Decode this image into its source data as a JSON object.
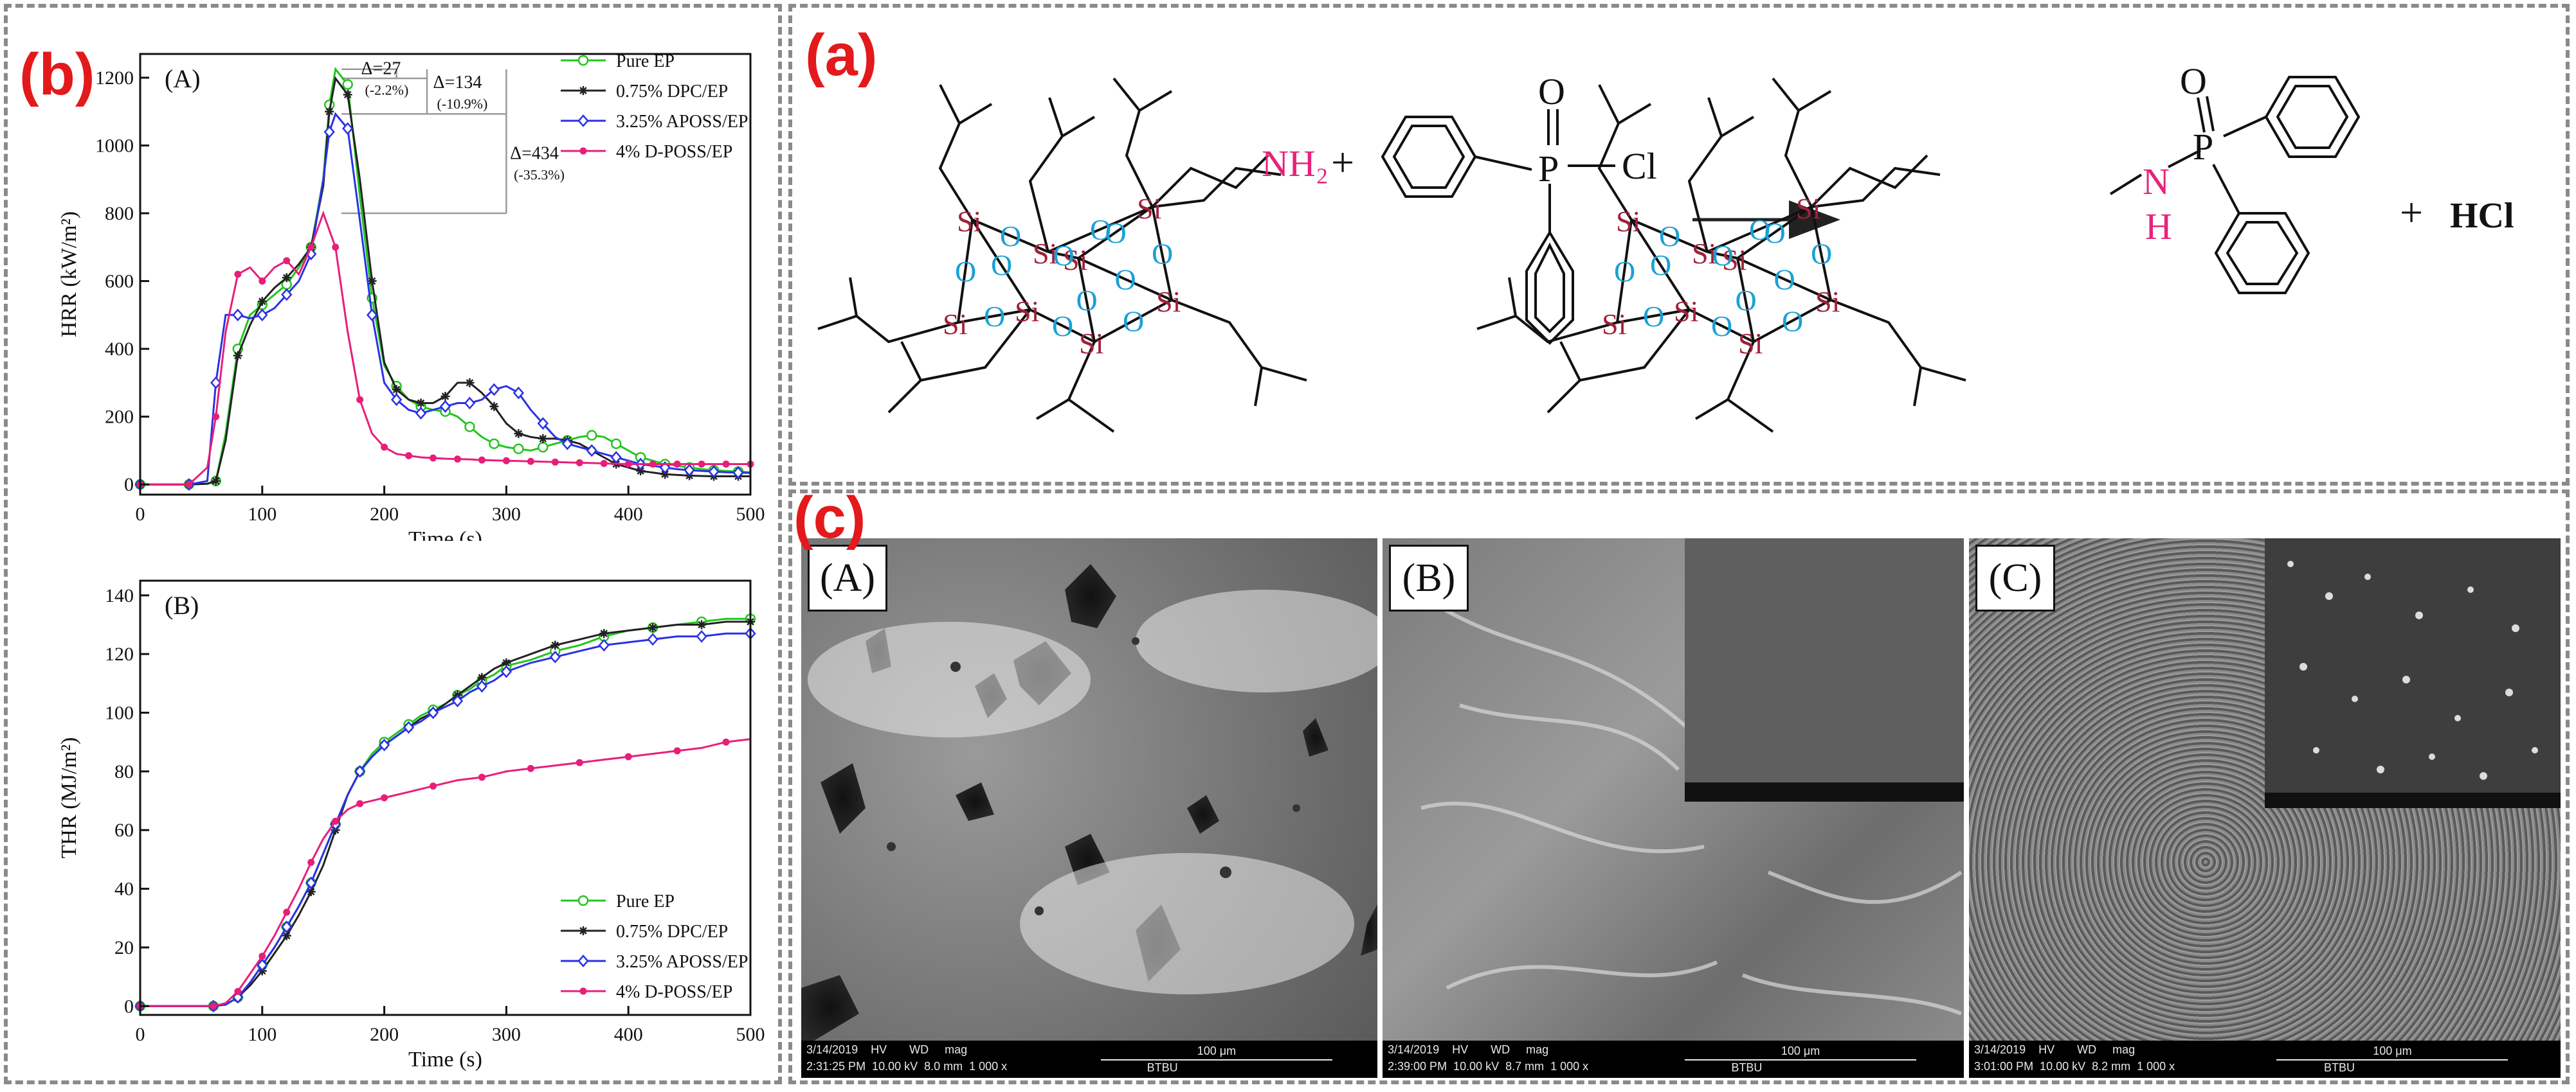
{
  "panels": {
    "b_letter": "(b)",
    "a_letter": "(a)",
    "c_letter": "(c)"
  },
  "colors": {
    "pure_ep": "#22c51e",
    "dpc_ep": "#222222",
    "aposs_ep": "#2b31e6",
    "dposs_ep": "#e81e79",
    "panel_letter": "#e3191b",
    "oxygen": "#1ba0d6",
    "silicon": "#a1203a",
    "amine": "#e8227a"
  },
  "chart_data": [
    {
      "type": "line",
      "panel_label": "(A)",
      "xlabel": "Time (s)",
      "ylabel": "HRR (kW/m²)",
      "xlim": [
        0,
        500
      ],
      "ylim": [
        -30,
        1270
      ],
      "xticks": [
        0,
        100,
        200,
        300,
        400,
        500
      ],
      "yticks": [
        0,
        200,
        400,
        600,
        800,
        1000,
        1200
      ],
      "legend_position": "top-right",
      "series": [
        {
          "name": "Pure EP",
          "marker": "circle",
          "x": [
            0,
            20,
            40,
            55,
            62,
            70,
            80,
            90,
            100,
            110,
            120,
            130,
            140,
            150,
            155,
            160,
            170,
            180,
            190,
            200,
            210,
            220,
            230,
            240,
            250,
            260,
            270,
            280,
            290,
            300,
            310,
            320,
            330,
            340,
            350,
            360,
            370,
            380,
            390,
            400,
            410,
            420,
            430,
            440,
            450,
            460,
            470,
            480,
            490,
            500
          ],
          "y": [
            0,
            0,
            0,
            2,
            10,
            150,
            400,
            500,
            530,
            560,
            590,
            640,
            700,
            900,
            1120,
            1225,
            1180,
            850,
            550,
            350,
            290,
            250,
            230,
            220,
            215,
            200,
            170,
            140,
            120,
            110,
            105,
            100,
            110,
            120,
            130,
            140,
            145,
            140,
            120,
            100,
            80,
            70,
            60,
            55,
            50,
            45,
            42,
            40,
            38,
            36
          ]
        },
        {
          "name": "0.75% DPC/EP",
          "marker": "star",
          "x": [
            0,
            20,
            40,
            55,
            62,
            70,
            80,
            90,
            100,
            110,
            120,
            130,
            140,
            150,
            155,
            160,
            170,
            180,
            190,
            200,
            210,
            220,
            230,
            240,
            250,
            260,
            270,
            280,
            290,
            300,
            310,
            320,
            330,
            340,
            350,
            360,
            370,
            380,
            390,
            400,
            410,
            420,
            430,
            440,
            450,
            460,
            470,
            480,
            490,
            500
          ],
          "y": [
            0,
            0,
            0,
            2,
            10,
            130,
            380,
            470,
            540,
            580,
            610,
            650,
            700,
            880,
            1100,
            1198,
            1150,
            900,
            600,
            360,
            280,
            250,
            240,
            240,
            260,
            300,
            300,
            270,
            230,
            180,
            150,
            140,
            135,
            135,
            130,
            120,
            100,
            80,
            60,
            50,
            40,
            35,
            30,
            28,
            26,
            25,
            24,
            24,
            24,
            24
          ]
        },
        {
          "name": "3.25% APOSS/EP",
          "marker": "diamond",
          "x": [
            0,
            20,
            40,
            55,
            62,
            70,
            80,
            90,
            100,
            110,
            120,
            130,
            140,
            150,
            155,
            160,
            170,
            180,
            190,
            200,
            210,
            220,
            230,
            240,
            250,
            260,
            270,
            280,
            290,
            300,
            310,
            320,
            330,
            340,
            350,
            360,
            370,
            380,
            390,
            400,
            410,
            420,
            430,
            440,
            450,
            460,
            470,
            480,
            490,
            500
          ],
          "y": [
            0,
            0,
            0,
            10,
            300,
            500,
            500,
            490,
            500,
            520,
            560,
            600,
            680,
            900,
            1040,
            1093,
            1050,
            780,
            500,
            300,
            250,
            220,
            210,
            220,
            230,
            240,
            240,
            250,
            280,
            290,
            270,
            220,
            180,
            140,
            120,
            110,
            100,
            90,
            80,
            70,
            60,
            55,
            50,
            45,
            42,
            40,
            38,
            36,
            35,
            34
          ]
        },
        {
          "name": "4% D-POSS/EP",
          "marker": "hexagon",
          "x": [
            0,
            20,
            40,
            55,
            62,
            70,
            80,
            90,
            100,
            110,
            120,
            130,
            140,
            150,
            160,
            170,
            180,
            190,
            200,
            210,
            220,
            230,
            240,
            250,
            260,
            270,
            280,
            290,
            300,
            310,
            320,
            330,
            340,
            350,
            360,
            370,
            380,
            390,
            400,
            410,
            420,
            430,
            440,
            450,
            460,
            470,
            480,
            490,
            500
          ],
          "y": [
            0,
            0,
            0,
            50,
            200,
            450,
            620,
            640,
            600,
            640,
            660,
            620,
            700,
            800,
            700,
            450,
            250,
            150,
            110,
            90,
            85,
            80,
            78,
            76,
            75,
            74,
            72,
            71,
            70,
            69,
            68,
            67,
            66,
            65,
            64,
            63,
            62,
            61,
            60,
            60,
            60,
            60,
            60,
            60,
            60,
            60,
            60,
            60,
            60
          ]
        }
      ],
      "annotations": [
        {
          "label": "Δ=27",
          "sub": "(-2.2%)"
        },
        {
          "label": "Δ=134",
          "sub": "(-10.9%)"
        },
        {
          "label": "Δ=434",
          "sub": "(-35.3%)"
        }
      ]
    },
    {
      "type": "line",
      "panel_label": "(B)",
      "xlabel": "Time (s)",
      "ylabel": "THR (MJ/m²)",
      "xlim": [
        0,
        500
      ],
      "ylim": [
        -3,
        145
      ],
      "xticks": [
        0,
        100,
        200,
        300,
        400,
        500
      ],
      "yticks": [
        0,
        20,
        40,
        60,
        80,
        100,
        120,
        140
      ],
      "legend_position": "bottom-right",
      "series": [
        {
          "name": "Pure EP",
          "marker": "circle",
          "x": [
            0,
            50,
            60,
            70,
            80,
            90,
            100,
            110,
            120,
            130,
            140,
            150,
            160,
            170,
            180,
            190,
            200,
            210,
            220,
            230,
            240,
            250,
            260,
            270,
            280,
            290,
            300,
            320,
            340,
            360,
            380,
            400,
            420,
            440,
            460,
            480,
            500
          ],
          "y": [
            0,
            0,
            0,
            0.5,
            3,
            8,
            14,
            20,
            27,
            34,
            42,
            52,
            62,
            72,
            80,
            86,
            90,
            93,
            96,
            99,
            101,
            103,
            106,
            108,
            111,
            113,
            116,
            118,
            121,
            123,
            126,
            128,
            129,
            130,
            131,
            132,
            132
          ]
        },
        {
          "name": "0.75% DPC/EP",
          "marker": "star",
          "x": [
            0,
            50,
            60,
            70,
            80,
            90,
            100,
            110,
            120,
            130,
            140,
            150,
            160,
            170,
            180,
            190,
            200,
            210,
            220,
            230,
            240,
            250,
            260,
            270,
            280,
            290,
            300,
            320,
            340,
            360,
            380,
            400,
            420,
            440,
            460,
            480,
            500
          ],
          "y": [
            0,
            0,
            0,
            0.5,
            3,
            7,
            12,
            18,
            24,
            31,
            39,
            48,
            60,
            72,
            80,
            85,
            89,
            92,
            95,
            98,
            100,
            103,
            106,
            109,
            112,
            115,
            117,
            120,
            123,
            125,
            127,
            128,
            129,
            130,
            130,
            131,
            131
          ]
        },
        {
          "name": "3.25% APOSS/EP",
          "marker": "diamond",
          "x": [
            0,
            50,
            60,
            70,
            80,
            90,
            100,
            110,
            120,
            130,
            140,
            150,
            160,
            170,
            180,
            190,
            200,
            210,
            220,
            230,
            240,
            250,
            260,
            270,
            280,
            290,
            300,
            320,
            340,
            360,
            380,
            400,
            420,
            440,
            460,
            480,
            500
          ],
          "y": [
            0,
            0,
            0,
            0.5,
            3,
            8,
            14,
            20,
            27,
            34,
            42,
            52,
            62,
            72,
            80,
            85,
            89,
            92,
            95,
            97,
            100,
            102,
            104,
            107,
            109,
            111,
            114,
            117,
            119,
            121,
            123,
            124,
            125,
            126,
            126,
            127,
            127
          ]
        },
        {
          "name": "4% D-POSS/EP",
          "marker": "hexagon",
          "x": [
            0,
            50,
            60,
            70,
            80,
            90,
            100,
            110,
            120,
            130,
            140,
            150,
            160,
            170,
            180,
            190,
            200,
            220,
            240,
            260,
            280,
            300,
            320,
            340,
            360,
            380,
            400,
            420,
            440,
            460,
            480,
            500
          ],
          "y": [
            0,
            0,
            0,
            1,
            5,
            11,
            17,
            24,
            32,
            40,
            49,
            57,
            63,
            67,
            69,
            70,
            71,
            73,
            75,
            77,
            78,
            80,
            81,
            82,
            83,
            84,
            85,
            86,
            87,
            88,
            90,
            91
          ]
        }
      ]
    }
  ],
  "scheme": {
    "o_label": "O",
    "si_label": "Si",
    "nh2": "NH₂",
    "plus1": "+",
    "p_label": "P",
    "o_double": "O",
    "cl": "Cl",
    "n_label": "N",
    "h_label": "H",
    "plus2": "+",
    "hcl": "HCl"
  },
  "sem": [
    {
      "label": "(A)",
      "footer1": "3/14/2019    HV       WD     mag",
      "footer2": "2:31:25 PM  10.00 kV  8.0 mm  1 000 x",
      "scale": "100 μm",
      "org": "BTBU"
    },
    {
      "label": "(B)",
      "footer1": "3/14/2019    HV       WD     mag",
      "footer2": "2:39:00 PM  10.00 kV  8.7 mm  1 000 x",
      "scale": "100 μm",
      "org": "BTBU"
    },
    {
      "label": "(C)",
      "footer1": "3/14/2019    HV       WD     mag",
      "footer2": "3:01:00 PM  10.00 kV  8.2 mm  1 000 x",
      "scale": "100 μm",
      "org": "BTBU"
    }
  ]
}
